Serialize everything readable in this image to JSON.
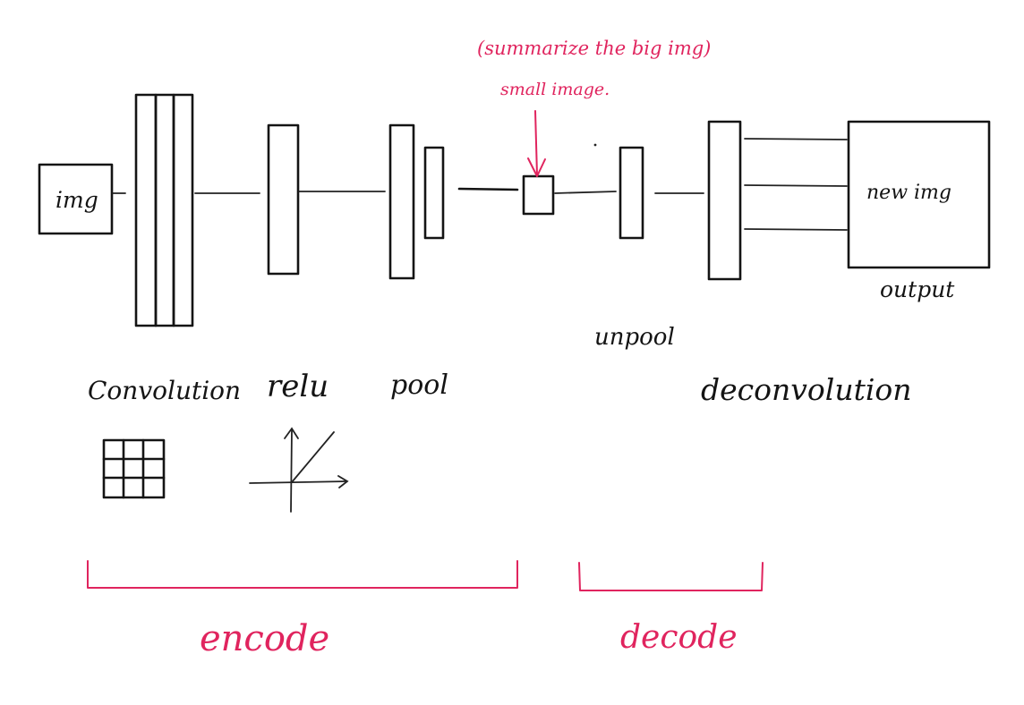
{
  "labels": {
    "input": "img",
    "output_box": "new img",
    "output": "output",
    "convolution": "Convolution",
    "relu": "relu",
    "pool": "pool",
    "unpool": "unpool",
    "deconvolution": "deconvolution",
    "annotation_line1": "(summarize the big img)",
    "annotation_line2": "small image.",
    "encode": "encode",
    "decode": "decode"
  },
  "colors": {
    "ink": "#141414",
    "annotation": "#e0245e"
  }
}
